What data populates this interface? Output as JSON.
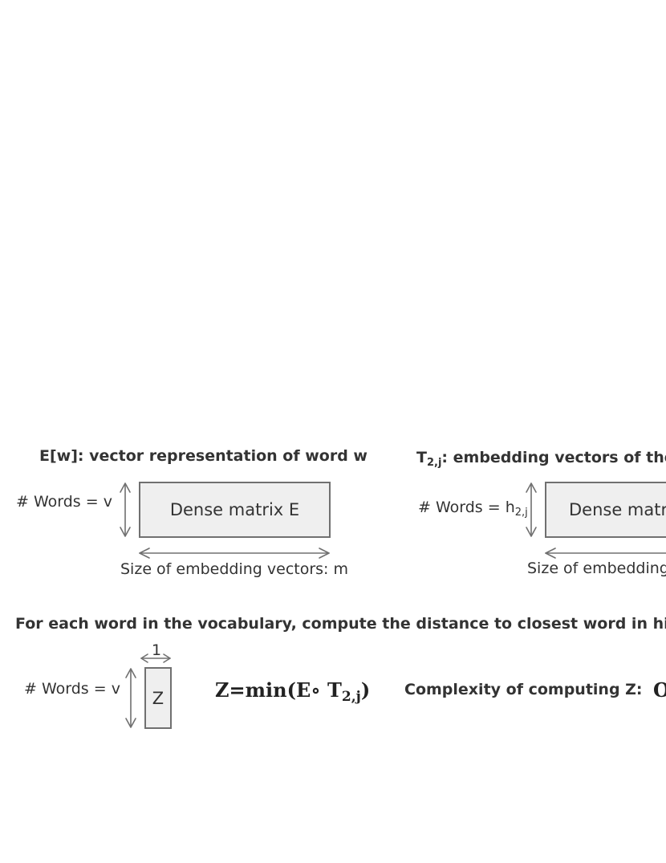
{
  "section1": {
    "title": "E[w]: vector representation of word w",
    "words_label": "# Words = v",
    "box_label": "Dense matrix E",
    "width_label": "Size of embedding vectors: m"
  },
  "section2": {
    "title_main": "T",
    "title_sub": "2,j",
    "title_rest": ": embedding vectors of the",
    "words_label_main": "# Words = h",
    "words_label_sub": "2,j",
    "box_label": "Dense matr",
    "width_label": "Size of embedding"
  },
  "section3": {
    "heading": "For each word in the vocabulary, compute the distance to closest word in hi",
    "words_label": "# Words = v",
    "width_label": "1",
    "box_label": "Z",
    "formula_main": "Z=min(E∘ T",
    "formula_sub": "2,j",
    "formula_close": ")",
    "complexity_label": "Complexity of computing Z:",
    "complexity_value": "O"
  }
}
